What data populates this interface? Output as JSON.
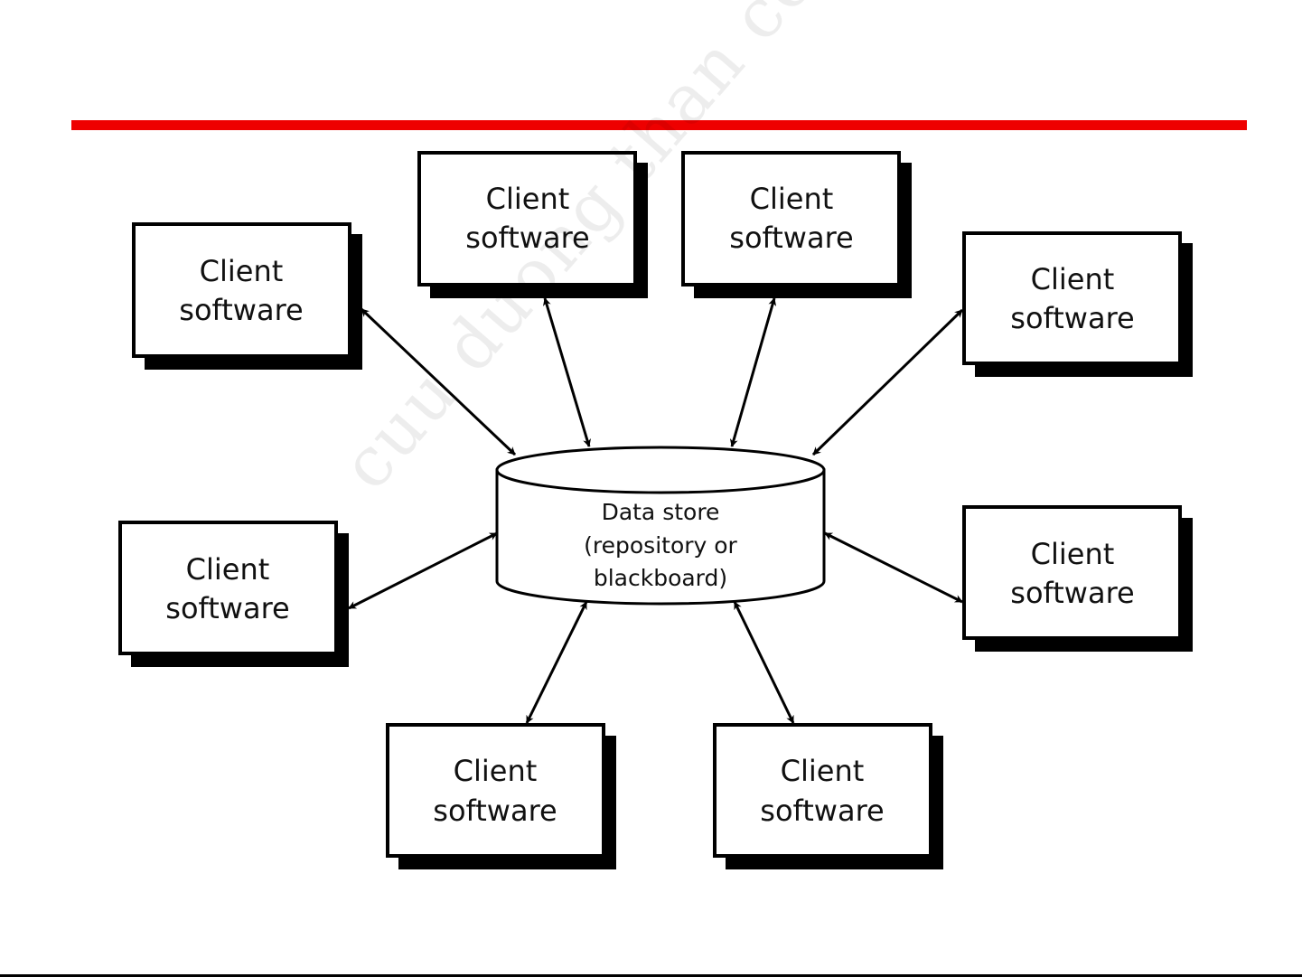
{
  "header": {
    "rule_color": "#ee0000"
  },
  "clients": [
    {
      "line1": "Client",
      "line2": "software"
    },
    {
      "line1": "Client",
      "line2": "software"
    },
    {
      "line1": "Client",
      "line2": "software"
    },
    {
      "line1": "Client",
      "line2": "software"
    },
    {
      "line1": "Client",
      "line2": "software"
    },
    {
      "line1": "Client",
      "line2": "software"
    },
    {
      "line1": "Client",
      "line2": "software"
    },
    {
      "line1": "Client",
      "line2": "software"
    }
  ],
  "data_store": {
    "line1": "Data store",
    "line2": "(repository or",
    "line3": "blackboard)"
  },
  "watermark": {
    "text": "cuu duong than cong . com"
  }
}
